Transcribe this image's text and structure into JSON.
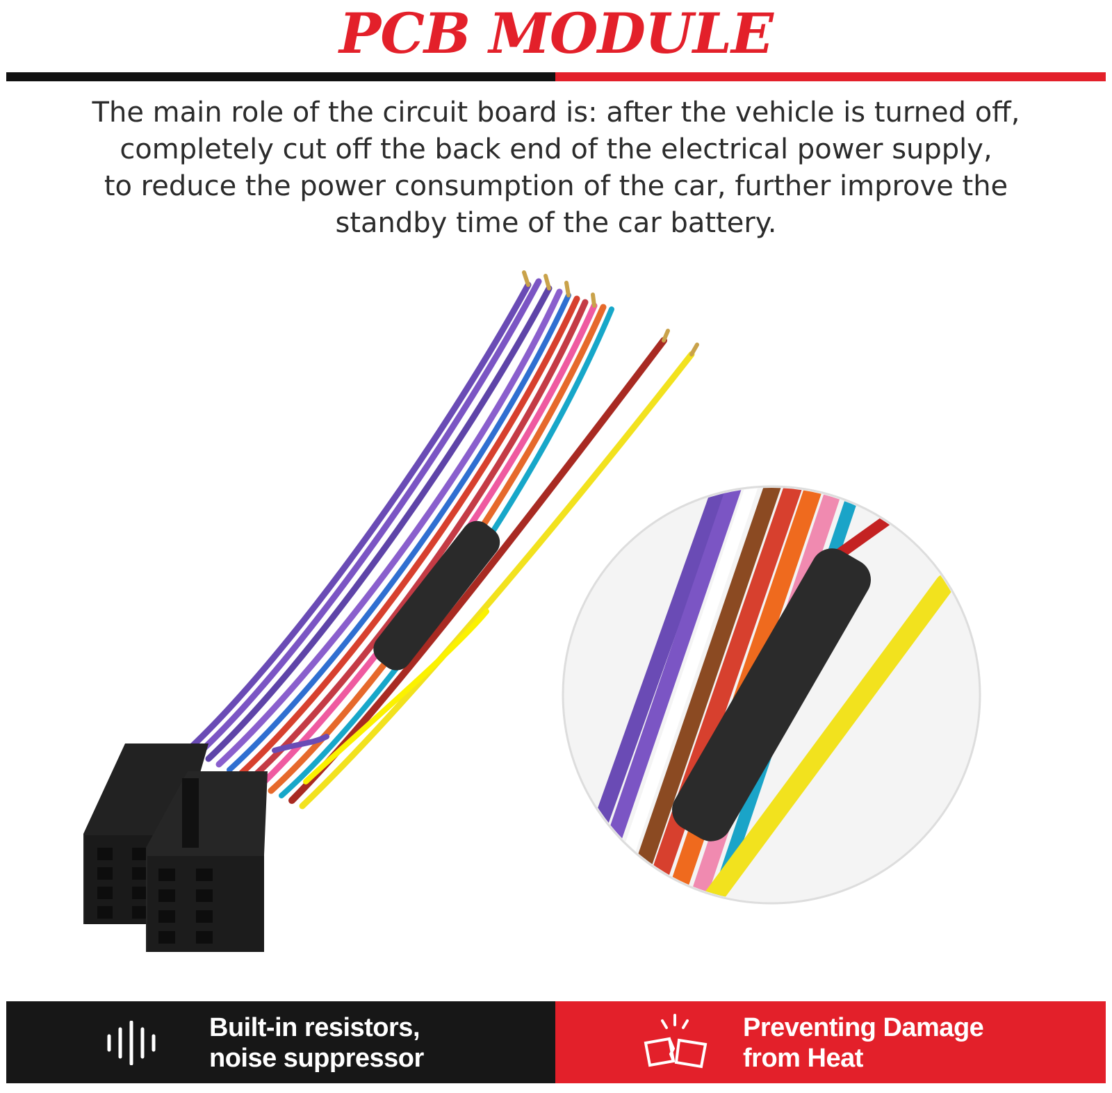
{
  "title": "PCB MODULE",
  "description": [
    "The main role of the circuit board is: after the vehicle is turned off,",
    "completely cut off the back end of the electrical power supply,",
    "to reduce the power consumption of the car, further improve the",
    "standby time of the car battery."
  ],
  "features": [
    {
      "icon": "sound-wave-icon",
      "lines": [
        "Built-in resistors,",
        "noise suppressor"
      ]
    },
    {
      "icon": "heat-damage-icon",
      "lines": [
        "Preventing Damage",
        "from Heat"
      ]
    }
  ],
  "colors": {
    "accent_red": "#e3202a",
    "dark": "#171717",
    "text": "#2b2b2b"
  }
}
